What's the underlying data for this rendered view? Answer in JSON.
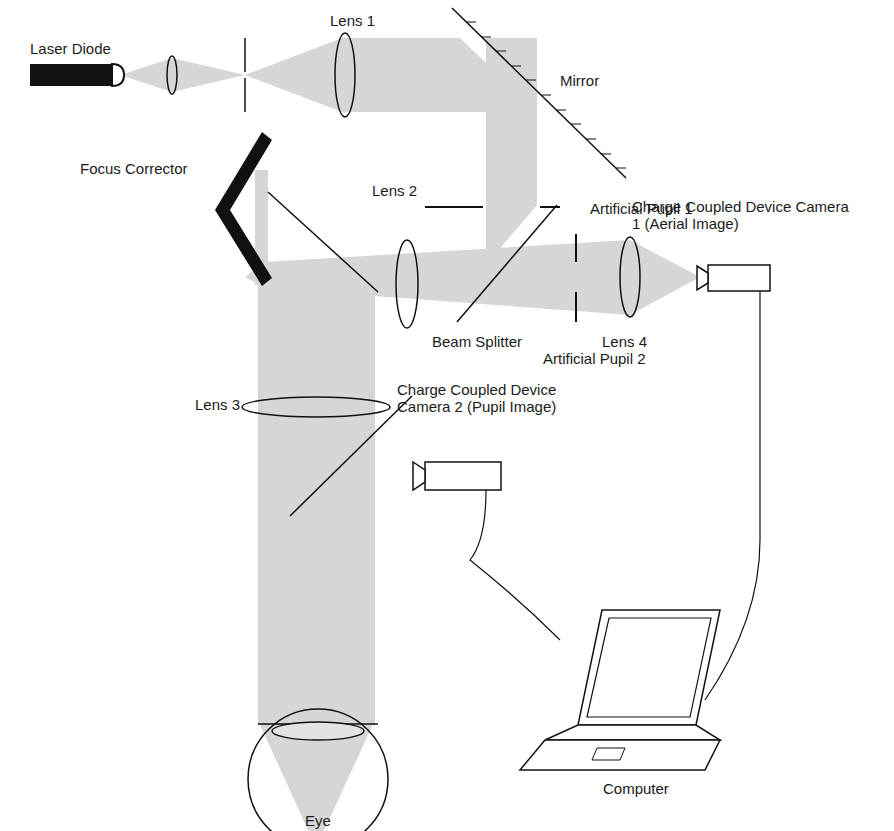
{
  "diagram": {
    "labels": [
      "Laser Diode",
      "Lens 1",
      "Mirror",
      "Lens 2",
      "Artificial Pupil 1",
      "Charge Coupled Device Camera 1 (Aerial Image)",
      "Focus Corrector",
      "Beam Splitter",
      "Lens 4",
      "Artificial Pupil 2",
      "Lens 3",
      "Charge Coupled Device Camera 2 (Pupil Image)",
      "Computer",
      "Eye"
    ]
  }
}
